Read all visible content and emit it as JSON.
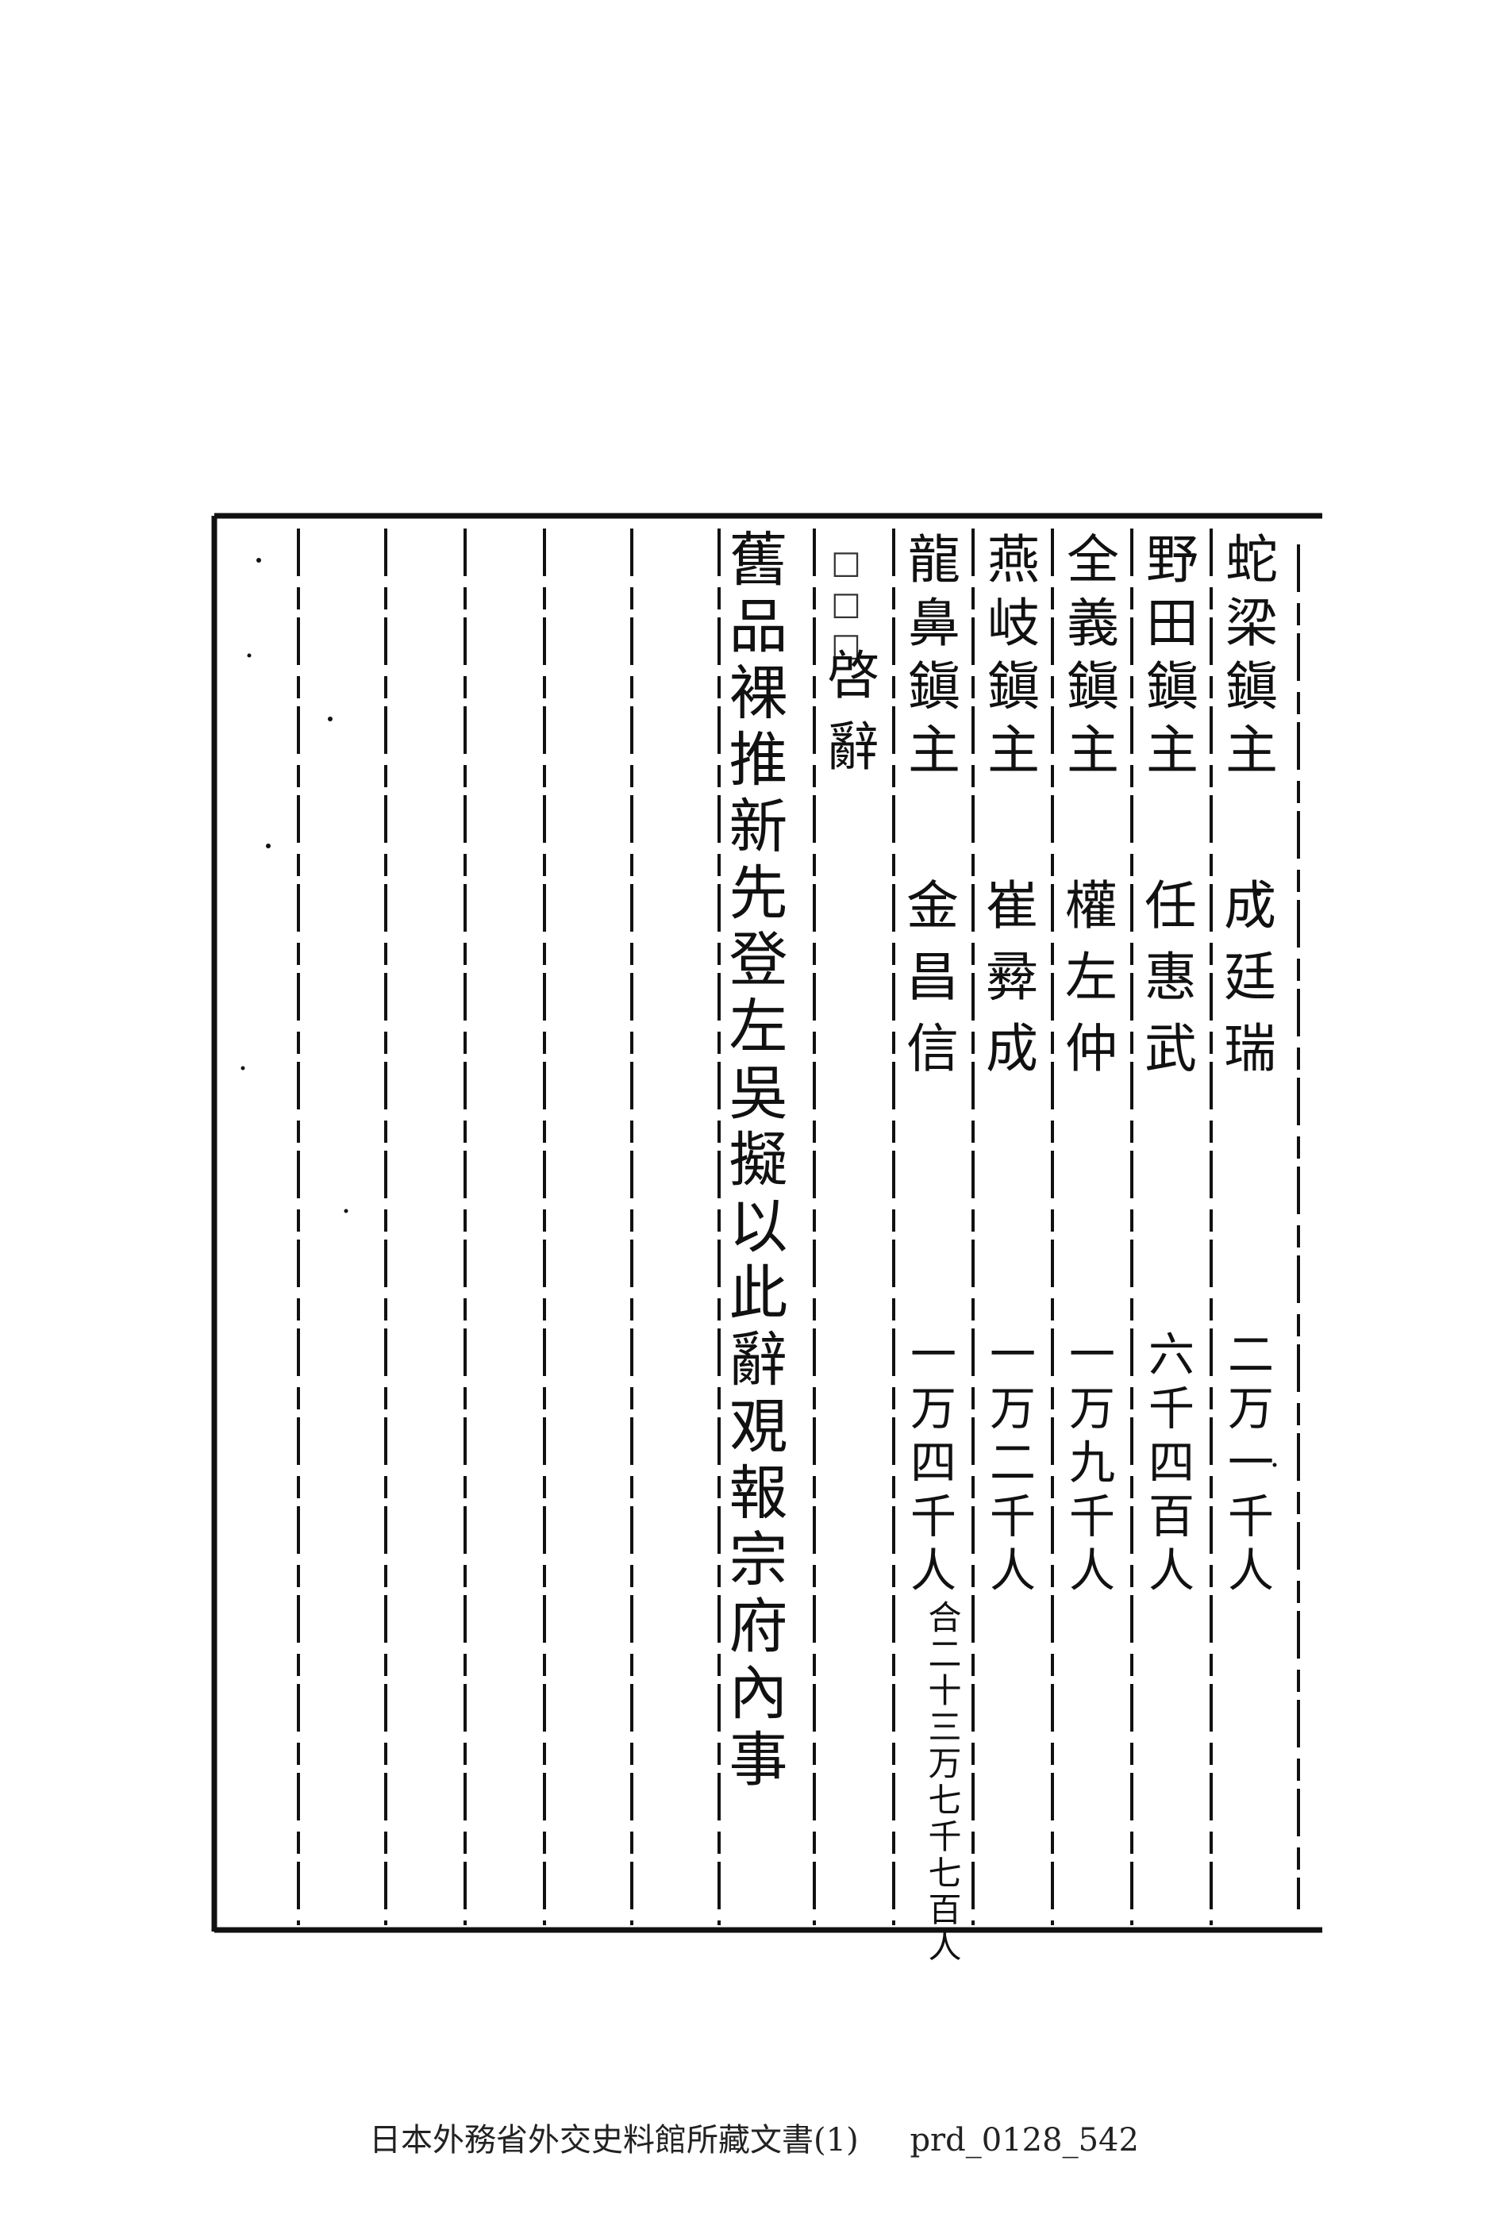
{
  "document": {
    "rows": [
      {
        "office": "蛇梁鎭主",
        "person": "成廷瑞",
        "count": "二万一千人"
      },
      {
        "office": "野田鎭主",
        "person": "任惠武",
        "count": "六千四百人"
      },
      {
        "office": "全義鎭主",
        "person": "權左仲",
        "count": "一万九千人"
      },
      {
        "office": "燕岐鎭主",
        "person": "崔彛成",
        "count": "一万二千人"
      },
      {
        "office": "龍鼻鎭主",
        "person": "金昌信",
        "count": "一万四千人"
      }
    ],
    "total": "合二十三万七千七百人",
    "faint_entry": "□□□",
    "verb": "啓辭",
    "note": "舊品裸推新先登左吳擬以此辭覌報宗府內事"
  },
  "footer": {
    "collection": "日本外務省外交史料館所藏文書(1)",
    "id": "prd_0128_542"
  }
}
